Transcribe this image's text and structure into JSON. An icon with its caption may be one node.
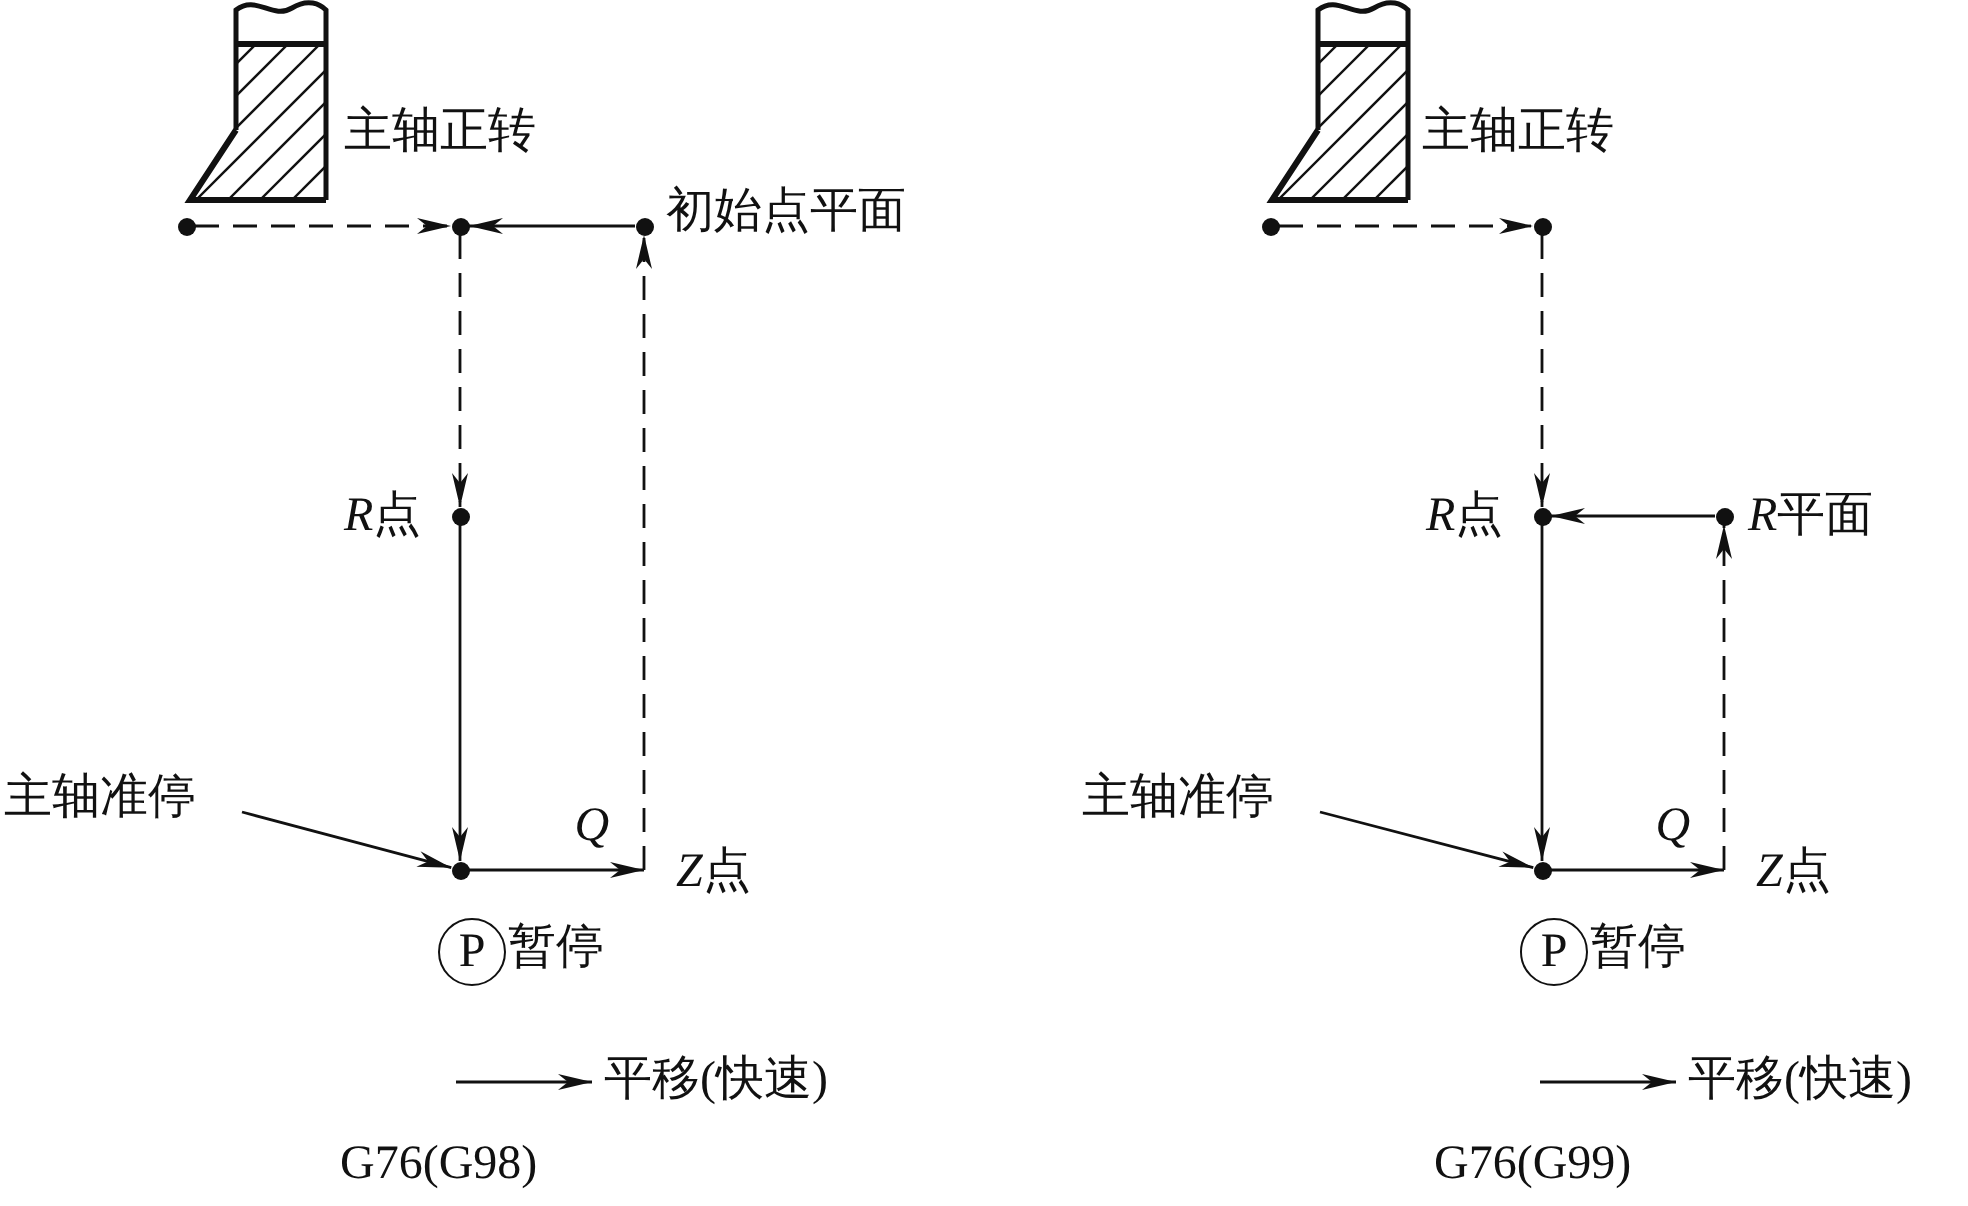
{
  "diagram": {
    "nodes": [
      {
        "text": [],
        "shape": "circle"
      },
      {
        "text": [],
        "shape": "circle"
      },
      {
        "text": [],
        "shape": "circle",
        "beside": [
          "初始点平面"
        ]
      },
      {
        "text": [],
        "shape": "circle",
        "beside": [
          "R点"
        ]
      },
      {
        "text": [],
        "shape": "circle"
      },
      {
        "text": [
          "Z点"
        ]
      },
      {
        "text": [
          "主轴准停"
        ]
      },
      {
        "text": [
          "P"
        ],
        "beside": [
          "暂停"
        ]
      },
      {
        "text": [],
        "shape": "circle"
      },
      {
        "text": [],
        "shape": "circle"
      },
      {
        "text": [],
        "shape": "circle",
        "beside": [
          "R点"
        ]
      },
      {
        "text": [],
        "shape": "circle",
        "beside": [
          "R平面"
        ]
      },
      {
        "text": [],
        "shape": "circle"
      },
      {
        "text": [
          "Z点"
        ]
      },
      {
        "text": [
          "主轴准停"
        ]
      },
      {
        "text": [
          "P"
        ],
        "beside": [
          "暂停"
        ]
      }
    ],
    "edges": [
      {
        "from": 0,
        "to": 1,
        "arrow": "to",
        "style": "dashed"
      },
      {
        "from": 2,
        "to": 1,
        "arrow": "to"
      },
      {
        "from": 1,
        "to": 3,
        "arrow": "to",
        "style": "dashed"
      },
      {
        "from": 3,
        "to": 4,
        "arrow": "to"
      },
      {
        "from": 4,
        "to": 5,
        "arrow": "to",
        "label": "Q"
      },
      {
        "from": 5,
        "to": 2,
        "arrow": "to",
        "style": "dashed"
      },
      {
        "from": 6,
        "to": 4,
        "arrow": "to"
      },
      {
        "from": 8,
        "to": 9,
        "arrow": "to",
        "style": "dashed"
      },
      {
        "from": 9,
        "to": 10,
        "arrow": "to",
        "style": "dashed"
      },
      {
        "from": 10,
        "to": 12,
        "arrow": "to"
      },
      {
        "from": 12,
        "to": 13,
        "arrow": "to",
        "label": "Q"
      },
      {
        "from": 13,
        "to": 11,
        "arrow": "to",
        "style": "dashed"
      },
      {
        "from": 11,
        "to": 10,
        "arrow": "to"
      },
      {
        "from": 14,
        "to": 12,
        "arrow": "to"
      }
    ],
    "labels": [
      "主轴正转",
      "主轴正转",
      "G76(G98)",
      "G76(G99)"
    ],
    "legend": [
      {
        "text": "平移(快速)"
      },
      {
        "text": "平移(快速)"
      }
    ]
  }
}
